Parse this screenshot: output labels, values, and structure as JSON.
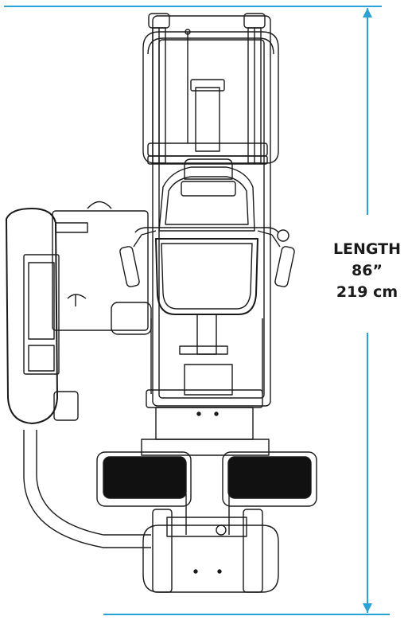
{
  "dimension": {
    "name": "LENGTH",
    "imperial": "86”",
    "metric": "219 cm"
  },
  "colors": {
    "dimension_line": "#2aa3d6",
    "drawing_stroke": "#1a1a1a",
    "pad_fill": "#111111"
  }
}
